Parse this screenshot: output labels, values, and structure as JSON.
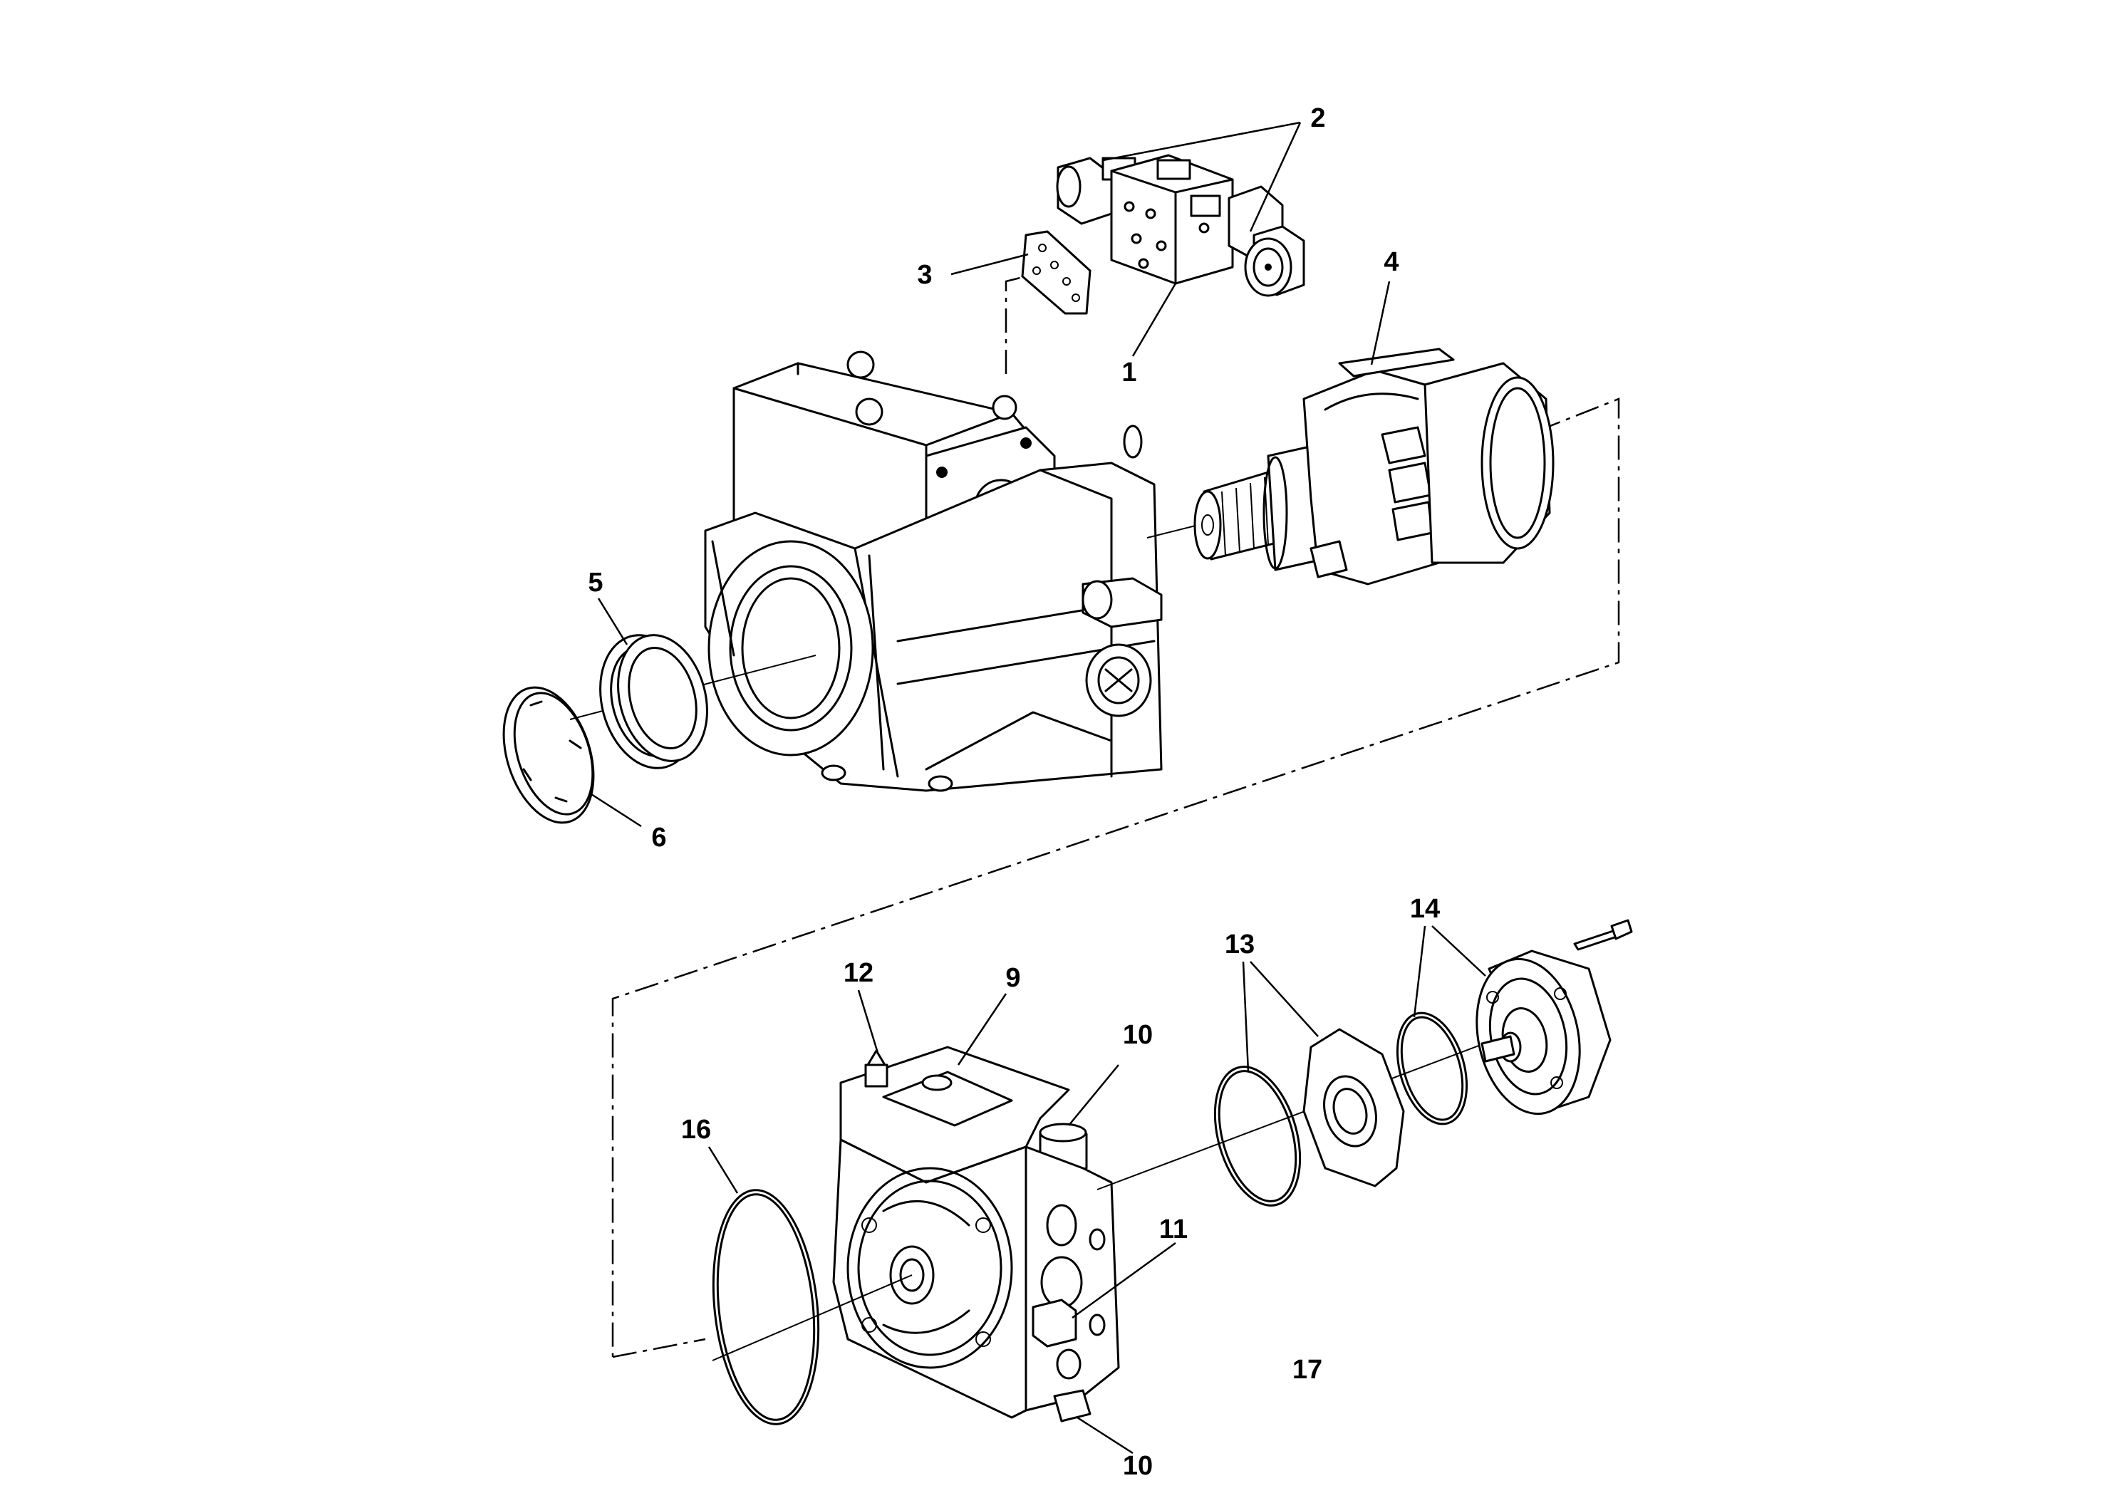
{
  "callouts": {
    "c1": "1",
    "c2": "2",
    "c3": "3",
    "c4": "4",
    "c5": "5",
    "c6": "6",
    "c9": "9",
    "c10_top": "10",
    "c10_bottom": "10",
    "c11": "11",
    "c12": "12",
    "c13": "13",
    "c14": "14",
    "c16": "16",
    "c17": "17"
  },
  "parts": [
    {
      "id": "valve",
      "icon": "directional-valve-icon"
    },
    {
      "id": "gasket-plate",
      "icon": "gasket-plate-icon"
    },
    {
      "id": "pump-housing",
      "icon": "pump-housing-icon"
    },
    {
      "id": "rotating-group",
      "icon": "rotating-group-icon"
    },
    {
      "id": "shaft-seal",
      "icon": "shaft-seal-icon"
    },
    {
      "id": "retaining-ring",
      "icon": "retaining-ring-icon"
    },
    {
      "id": "port-plate",
      "icon": "port-plate-icon"
    },
    {
      "id": "large-o-ring",
      "icon": "o-ring-icon"
    },
    {
      "id": "wear-plate",
      "icon": "wear-plate-icon"
    },
    {
      "id": "charge-pump",
      "icon": "charge-pump-icon"
    }
  ]
}
